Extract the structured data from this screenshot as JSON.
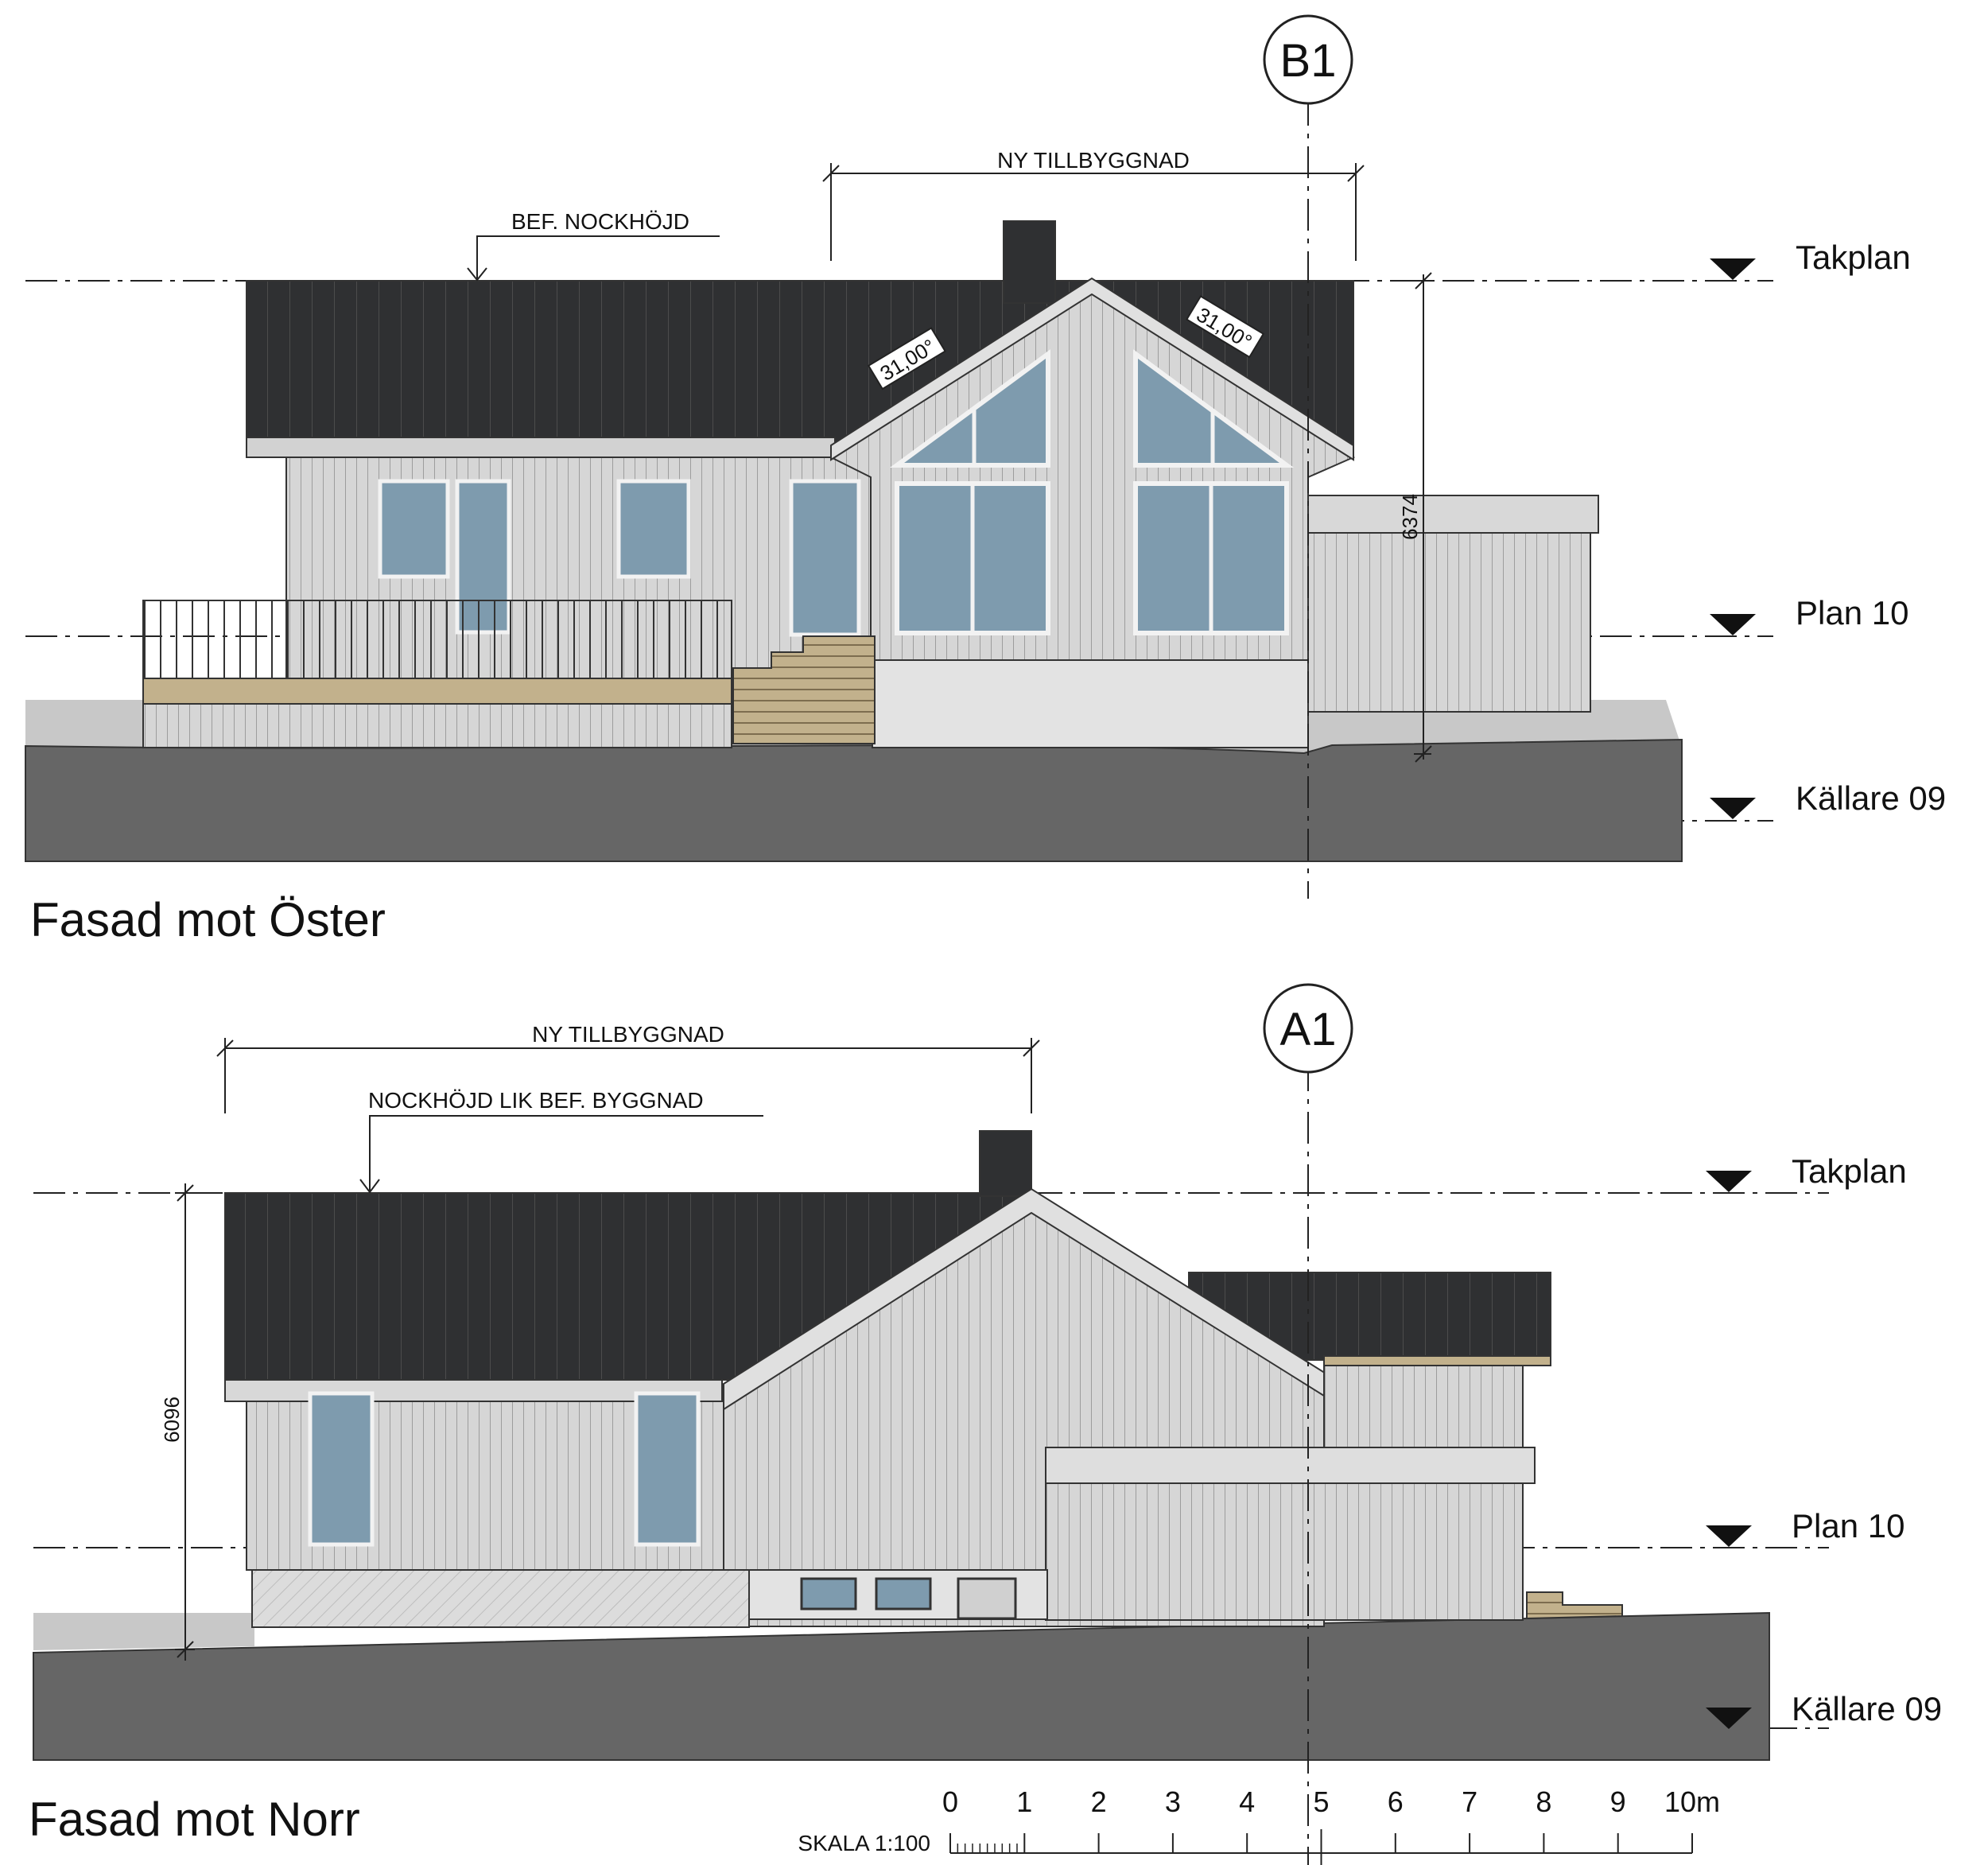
{
  "colors": {
    "roof": "#2f3032",
    "ground": "#666666",
    "wall": "#d4d4d4",
    "glass": "#7e9bae",
    "wood": "#c2b18c",
    "plinth": "#e3e3e3"
  },
  "east": {
    "title": "Fasad mot Öster",
    "grid_tag": "B1",
    "annex_label": "NY TILLBYGGNAD",
    "ridge_note": "BEF. NOCKHÖJD",
    "angle_left": "31,00°",
    "angle_right": "31,00°",
    "height_dim": "6374",
    "levels": [
      "Takplan",
      "Plan 10",
      "Källare 09"
    ]
  },
  "north": {
    "title": "Fasad mot Norr",
    "grid_tag": "A1",
    "annex_label": "NY TILLBYGGNAD",
    "ridge_note": "NOCKHÖJD LIK BEF. BYGGNAD",
    "height_dim": "6096",
    "levels": [
      "Takplan",
      "Plan 10",
      "Källare 09"
    ]
  },
  "scale": {
    "label": "SKALA 1:100",
    "ticks": [
      "0",
      "1",
      "2",
      "3",
      "4",
      "5",
      "6",
      "7",
      "8",
      "9",
      "10m"
    ]
  }
}
